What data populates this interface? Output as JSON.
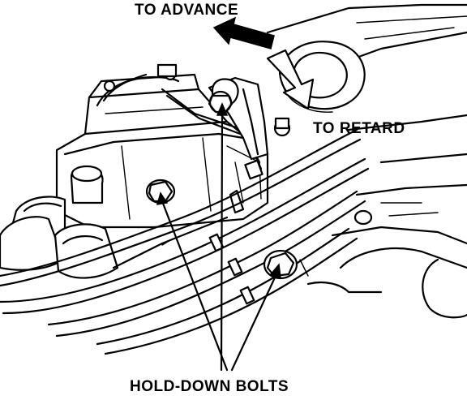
{
  "labels": {
    "advance": "TO  ADVANCE",
    "retard": "TO RETARD",
    "bolts": "HOLD-DOWN BOLTS"
  },
  "colors": {
    "ink": "#000000",
    "paper": "#ffffff"
  }
}
